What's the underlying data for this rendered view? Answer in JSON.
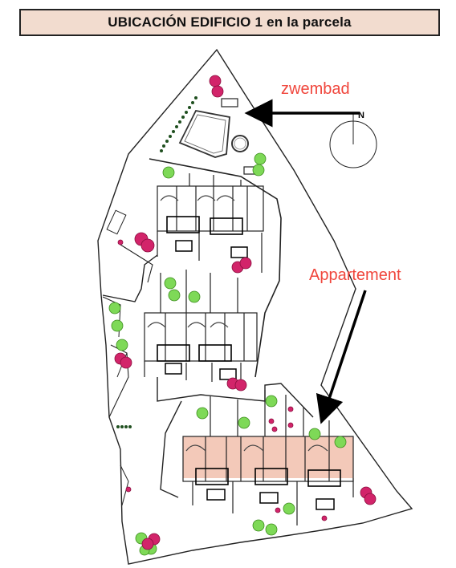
{
  "title": "UBICACIÓN EDIFICIO 1 en la parcela",
  "labels": {
    "pool": "zwembad",
    "apartment": "Appartement",
    "north": "N"
  },
  "colors": {
    "label_red": "#f0463c",
    "highlight_fill": "#f3c9b9",
    "tree_green": "#7ed957",
    "tree_red": "#d2246a",
    "title_bg": "#f2dccf"
  }
}
